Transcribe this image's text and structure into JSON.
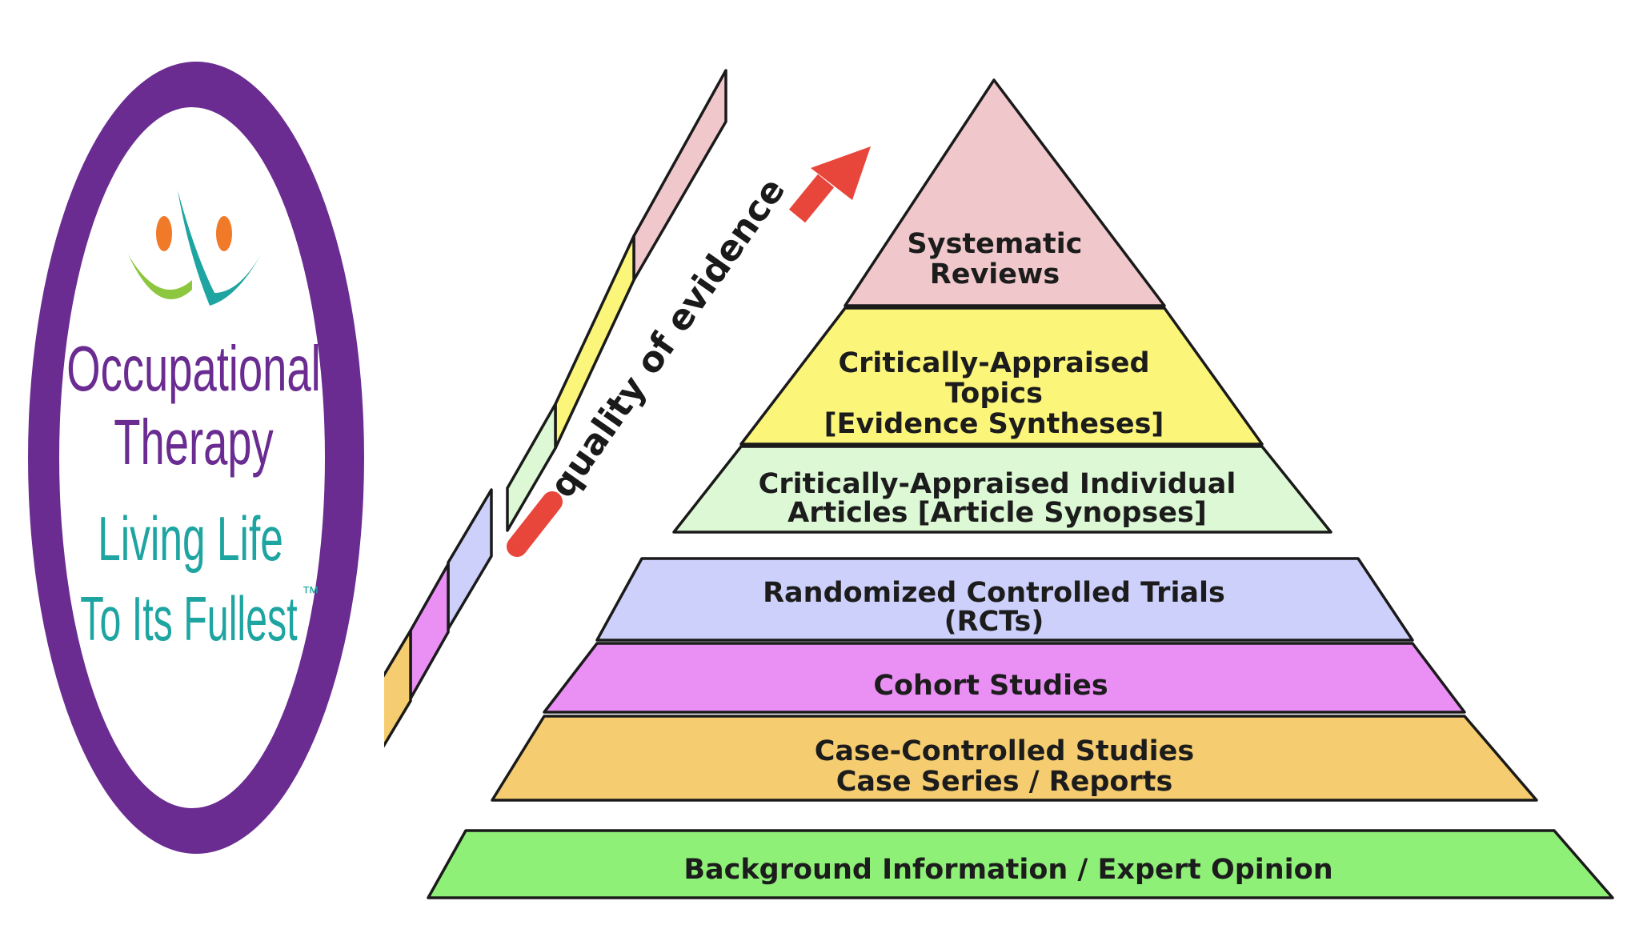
{
  "logo": {
    "line1": "Occupational",
    "line2": "Therapy",
    "line3": "Living Life",
    "line4": "To Its Fullest",
    "trademark": "™",
    "colors": {
      "ring": "#6a2c91",
      "purple_text": "#6a2c91",
      "teal_text": "#1fa5a1",
      "orange": "#f07a28",
      "green": "#8dc63f",
      "teal": "#1fa5a1"
    },
    "icon": "two-figures-icon"
  },
  "pyramid": {
    "axis_label": "quality of evidence",
    "arrow_color": "#e8463a",
    "layers": [
      {
        "key": "systematic",
        "lines": [
          "Systematic",
          "Reviews"
        ],
        "color": "#f0c8cc"
      },
      {
        "key": "cat",
        "lines": [
          "Critically-Appraised",
          "Topics",
          "[Evidence Syntheses]"
        ],
        "color": "#fbf57a"
      },
      {
        "key": "cai",
        "lines": [
          "Critically-Appraised Individual",
          "Articles [Article Synopses]"
        ],
        "color": "#dcf8d4"
      },
      {
        "key": "rct",
        "lines": [
          "Randomized Controlled Trials",
          "(RCTs)"
        ],
        "color": "#ccd0fb"
      },
      {
        "key": "cohort",
        "lines": [
          "Cohort Studies"
        ],
        "color": "#ea90f4"
      },
      {
        "key": "casecontrol",
        "lines": [
          "Case-Controlled Studies",
          "Case Series / Reports"
        ],
        "color": "#f5cd70"
      },
      {
        "key": "background",
        "lines": [
          "Background Information / Expert Opinion"
        ],
        "color": "#8ff078"
      }
    ]
  }
}
